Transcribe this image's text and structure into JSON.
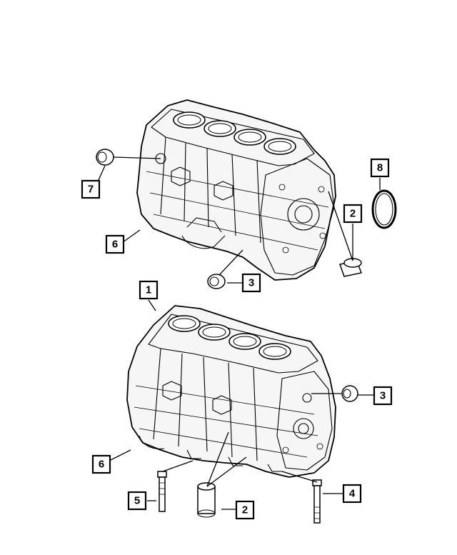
{
  "callouts": {
    "c1": "1",
    "c2_top": "2",
    "c2_bottom": "2",
    "c3_top": "3",
    "c3_bottom": "3",
    "c4": "4",
    "c5": "5",
    "c6_top": "6",
    "c6_bottom": "6",
    "c7": "7",
    "c8": "8"
  }
}
